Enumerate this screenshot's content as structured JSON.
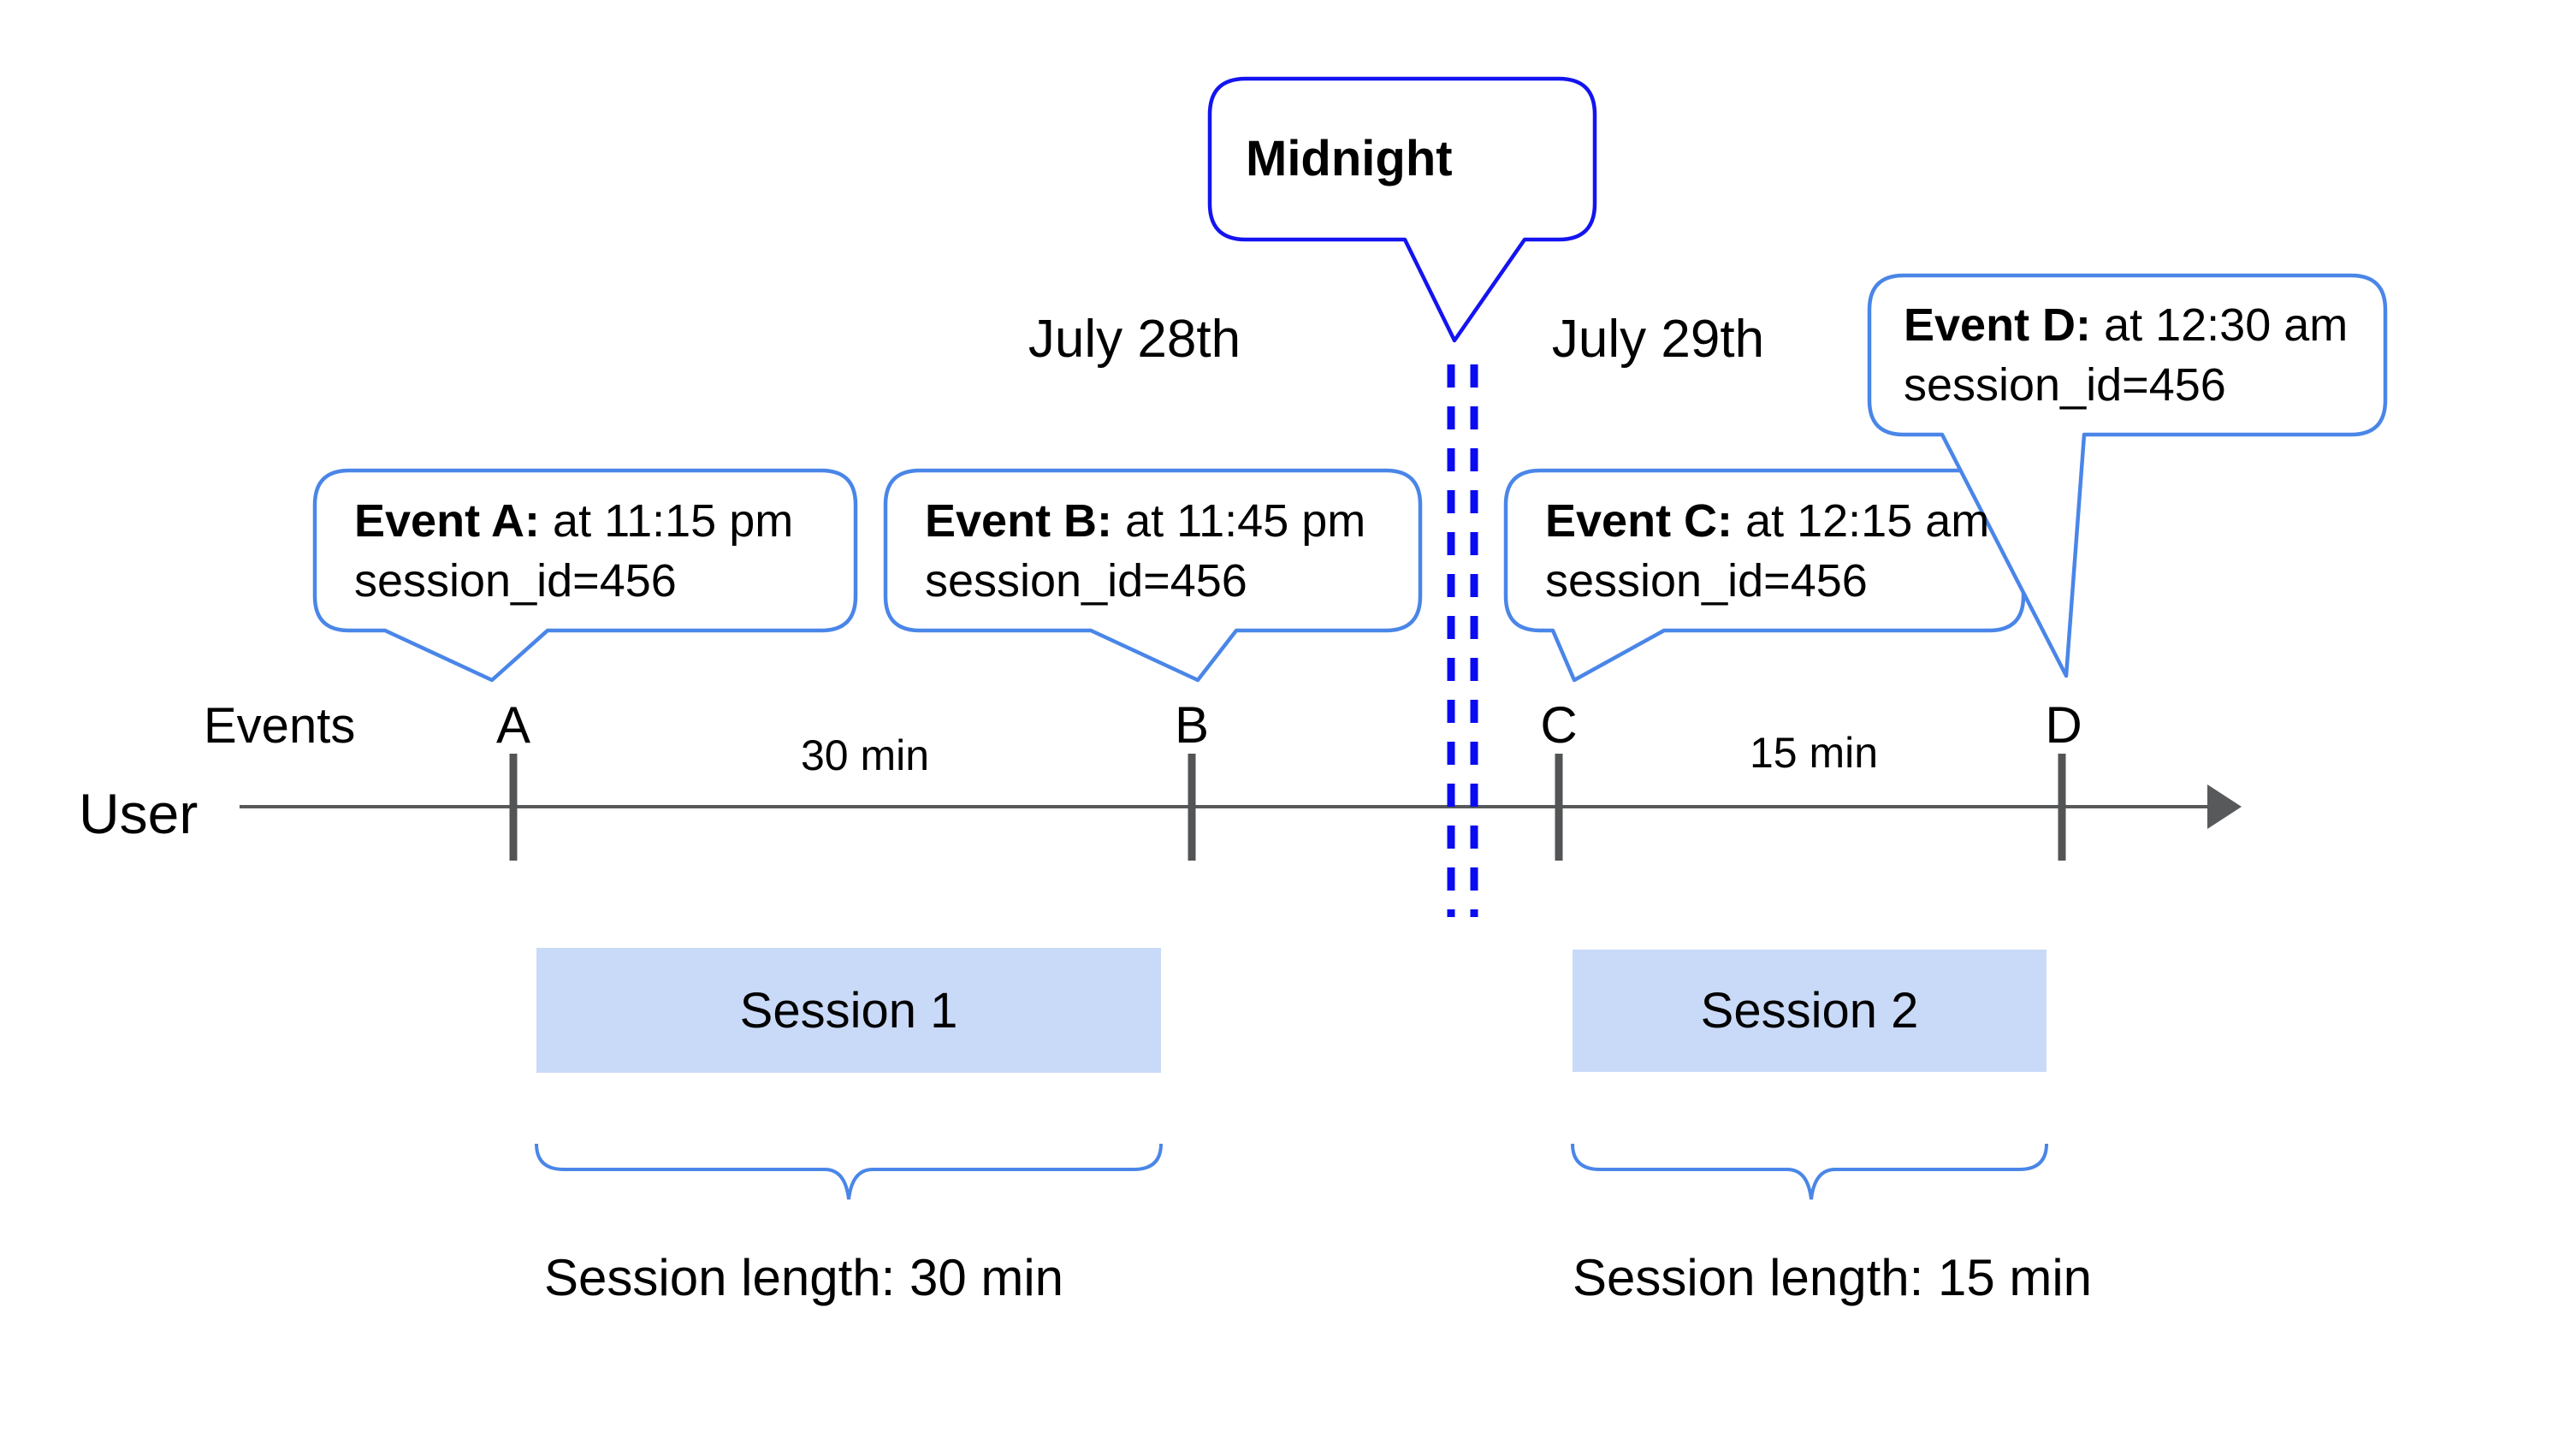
{
  "diagram": {
    "timeline": {
      "events_label": "Events",
      "user_label": "User",
      "ticks": [
        "A",
        "B",
        "C",
        "D"
      ],
      "gap_ab": "30 min",
      "gap_cd": "15 min"
    },
    "dates": {
      "before_midnight": "July 28th",
      "after_midnight": "July 29th"
    },
    "midnight_callout": {
      "label": "Midnight"
    },
    "event_callouts": [
      {
        "tick": "A",
        "title": "Event A:",
        "time": "at 11:15 pm",
        "session_line": "session_id=456"
      },
      {
        "tick": "B",
        "title": "Event B:",
        "time": "at 11:45 pm",
        "session_line": "session_id=456"
      },
      {
        "tick": "C",
        "title": "Event C:",
        "time": "at 12:15 am",
        "session_line": "session_id=456"
      },
      {
        "tick": "D",
        "title": "Event D:",
        "time": "at 12:30 am",
        "session_line": "session_id=456"
      }
    ],
    "sessions": [
      {
        "label": "Session 1",
        "length_label": "Session length: 30 min"
      },
      {
        "label": "Session 2",
        "length_label": "Session length: 15 min"
      }
    ],
    "colors": {
      "callout_border": "#4a86e8",
      "midnight_blue": "#1414f0",
      "dashed_line_blue": "#0b0bf0",
      "session_fill": "#c9daf8",
      "timeline_gray": "#58595b"
    }
  }
}
